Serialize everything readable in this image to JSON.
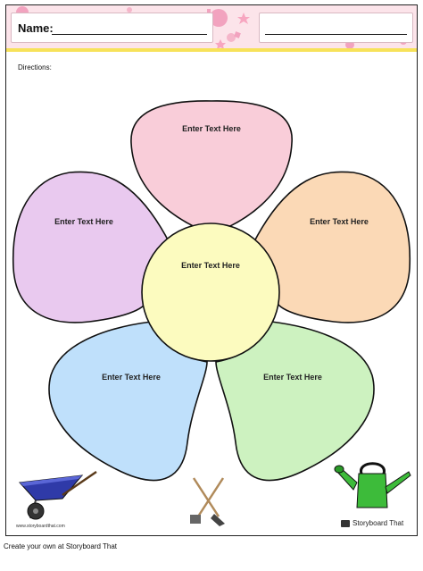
{
  "header": {
    "name_label": "Name:"
  },
  "directions": "Directions:",
  "flower": {
    "center_text": "Enter Text Here",
    "petals": [
      {
        "id": "top",
        "text": "Enter Text Here",
        "color": "#f9cdd9"
      },
      {
        "id": "upper-left",
        "text": "Enter Text Here",
        "color": "#e9c9ef"
      },
      {
        "id": "upper-right",
        "text": "Enter Text Here",
        "color": "#fbd9b6"
      },
      {
        "id": "lower-left",
        "text": "Enter Text Here",
        "color": "#bfe0fb"
      },
      {
        "id": "lower-right",
        "text": "Enter Text Here",
        "color": "#cdf2c0"
      }
    ],
    "center_color": "#fcfbbf"
  },
  "footer": {
    "url": "www.storyboardthat.com",
    "logo_text": "Storyboard That"
  },
  "caption": "Create your own at Storyboard That"
}
